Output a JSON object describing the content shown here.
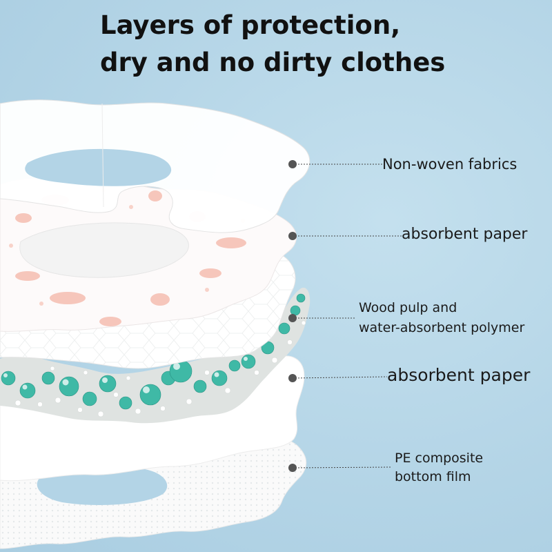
{
  "headline": {
    "line1": "Layers of protection,",
    "line2": "dry and no dirty clothes"
  },
  "layers": [
    {
      "label": "Non-woven fabrics"
    },
    {
      "label": "absorbent paper"
    },
    {
      "label_line1": "Wood pulp and",
      "label_line2": "water-absorbent polymer"
    },
    {
      "label": "absorbent paper"
    },
    {
      "label_line1": "PE composite",
      "label_line2": "bottom film"
    }
  ],
  "colors": {
    "background": "#b7d7e8",
    "sheet": "#ffffff",
    "polymer_bead": "#3fb9a6",
    "fruit_print": "#f19a86",
    "leader_dot": "#555555"
  }
}
